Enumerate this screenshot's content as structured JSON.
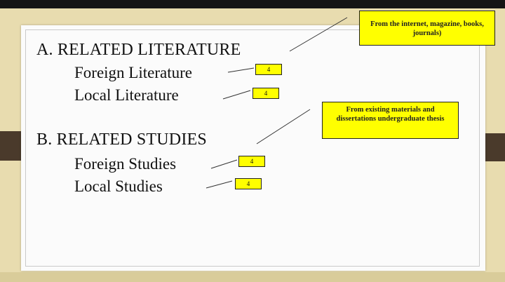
{
  "slide": {
    "section_a": {
      "heading": "A. RELATED LITERATURE",
      "items": [
        {
          "label": "Foreign Literature",
          "badge": "4"
        },
        {
          "label": "Local Literature",
          "badge": "4"
        }
      ],
      "note": "From the internet, magazine, books, journals)"
    },
    "section_b": {
      "heading": "B. RELATED STUDIES",
      "items": [
        {
          "label": "Foreign Studies",
          "badge": "4"
        },
        {
          "label": "Local Studies",
          "badge": "4"
        }
      ],
      "note": "From existing materials and dissertations undergraduate thesis"
    }
  },
  "colors": {
    "highlight": "#ffff00",
    "frame_tab": "#4a3a2b",
    "background": "#e8dcaf"
  }
}
